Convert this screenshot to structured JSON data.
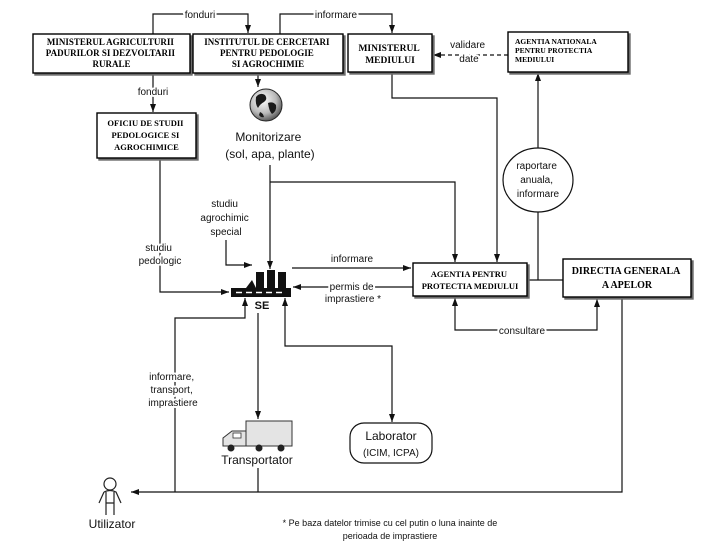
{
  "boxes": {
    "ministerul_agriculturii": [
      "MINISTERUL AGRICULTURII",
      "PADURILOR SI DEZVOLTARII",
      "RURALE"
    ],
    "institutul": [
      "INSTITUTUL DE CERCETARI",
      "PENTRU PEDOLOGIE",
      "SI AGROCHIMIE"
    ],
    "ministerul_mediului": [
      "MINISTERUL",
      "MEDIULUI"
    ],
    "agentia_nationala": [
      "AGENTIA NATIONALA",
      "PENTRU PROTECTIA",
      "MEDIULUI"
    ],
    "oficiu": [
      "OFICIU DE STUDII",
      "PEDOLOGICE SI",
      "AGROCHIMICE"
    ],
    "agentia_protectia": [
      "AGENTIA PENTRU",
      "PROTECTIA MEDIULUI"
    ],
    "directia": [
      "DIRECTIA GENERALA",
      "A APELOR"
    ]
  },
  "labels": {
    "fonduri_top": "fonduri",
    "informare_top": "informare",
    "validare": [
      "validare",
      "date"
    ],
    "fonduri_side": "fonduri",
    "monitorizare": [
      "Monitorizare",
      "(sol, apa, plante)"
    ],
    "studiu_agrochimic": [
      "studiu",
      "agrochimic",
      "special"
    ],
    "studiu_pedologic": [
      "studiu",
      "pedologic"
    ],
    "informare_mid": "informare",
    "permis": [
      "permis de",
      "imprastiere *"
    ],
    "raportare": [
      "raportare",
      "anuala,",
      "informare"
    ],
    "consultare": "consultare",
    "transport": [
      "informare,",
      "transport,",
      "imprastiere"
    ],
    "se": "SE",
    "transportator": "Transportator",
    "laborator": [
      "Laborator",
      "(ICIM, ICPA)"
    ],
    "utilizator": "Utilizator",
    "footnote": [
      "* Pe baza datelor trimise cu cel putin o luna inainte de",
      "perioada de imprastiere"
    ]
  },
  "icons": [
    "globe-icon",
    "treatment-plant-icon",
    "truck-icon",
    "user-icon"
  ]
}
